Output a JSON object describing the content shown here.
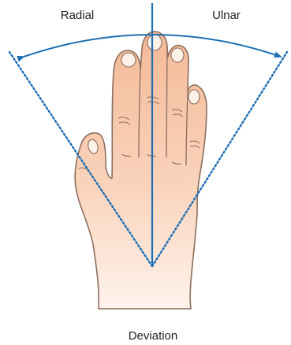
{
  "labels": {
    "left": "Radial",
    "right": "Ulnar",
    "bottom": "Deviation"
  },
  "colors": {
    "axis_line": "#1d6fb3",
    "skin_fill": "#f7c7a8",
    "skin_fill_light": "#fdeee3",
    "skin_outline": "#8c6f5f",
    "text": "#231f20"
  }
}
